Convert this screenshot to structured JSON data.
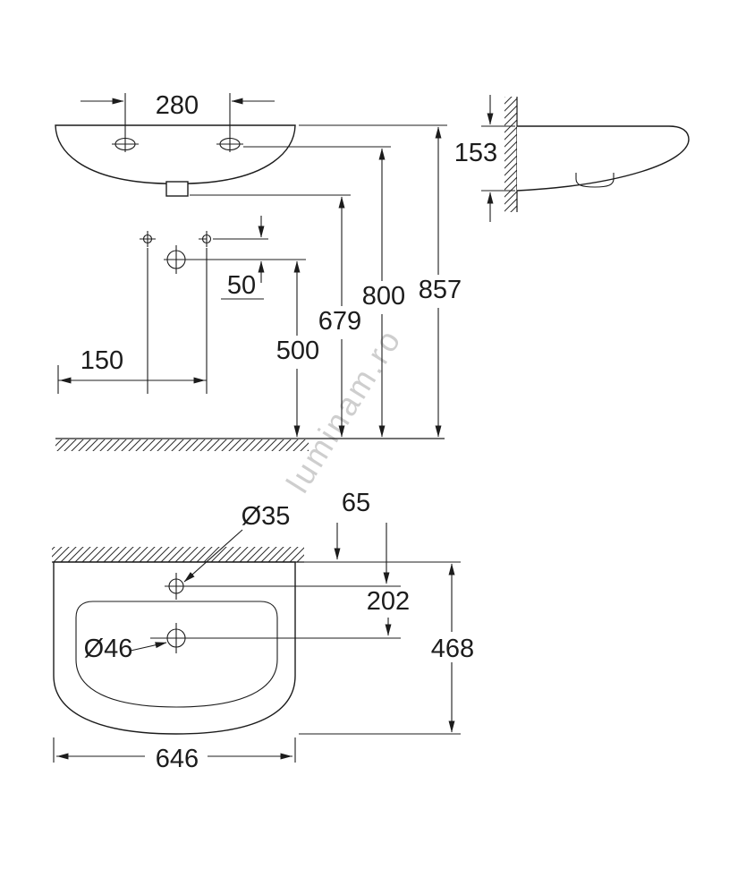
{
  "watermark": {
    "text": "luminam.ro"
  },
  "front_view": {
    "title": "front elevation of wall-hung washbasin",
    "dimensions": {
      "tap_hole_spacing": "280",
      "fixing_hole_offset": "50",
      "fixing_hole_spacing": "150",
      "drain_height": "500",
      "trap_height": "679",
      "tap_height": "800",
      "rim_height": "857"
    }
  },
  "side_view": {
    "title": "side elevation on wall",
    "dimensions": {
      "rim_to_underside": "153"
    }
  },
  "plan_view": {
    "title": "plan view of washbasin",
    "dimensions": {
      "tap_hole_diameter": "Ø35",
      "tap_hole_setback": "65",
      "drain_setback": "202",
      "drain_diameter": "Ø46",
      "overall_depth": "468",
      "overall_width": "646"
    }
  },
  "colors": {
    "line": "#1c1c1c",
    "watermark": "#c9c9c9",
    "background": "#ffffff"
  }
}
